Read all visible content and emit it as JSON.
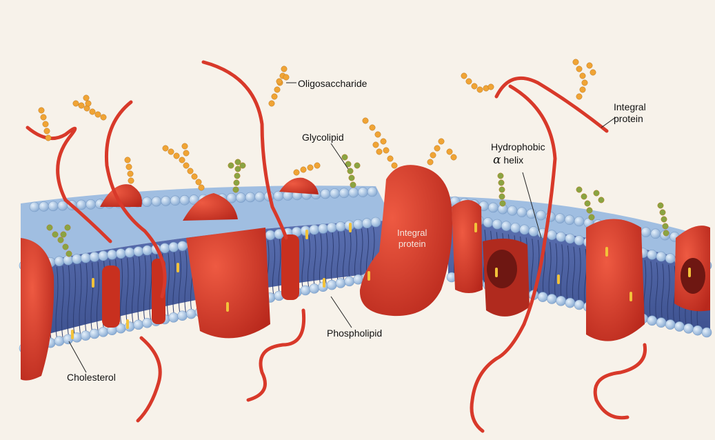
{
  "diagram": {
    "colors": {
      "background": "#f7f2ea",
      "phospholipid_head": "#a9c7e6",
      "phospholipid_tail": "#4a5f9e",
      "protein": "#d8392a",
      "protein_dark": "#a3221a",
      "sugar_orange": "#f0a435",
      "sugar_green": "#7f9a3c",
      "cholesterol": "#f2c23a"
    },
    "labels": {
      "oligosaccharide": "Oligosaccharide",
      "glycolipid": "Glycolipid",
      "hydrophobic_line1": "Hydrophobic",
      "alpha": "α",
      "helix": "helix",
      "integral_protein_top": "Integral\nprotein",
      "integral_protein_center": "Integral\nprotein",
      "phospholipid": "Phospholipid",
      "cholesterol": "Cholesterol"
    }
  }
}
